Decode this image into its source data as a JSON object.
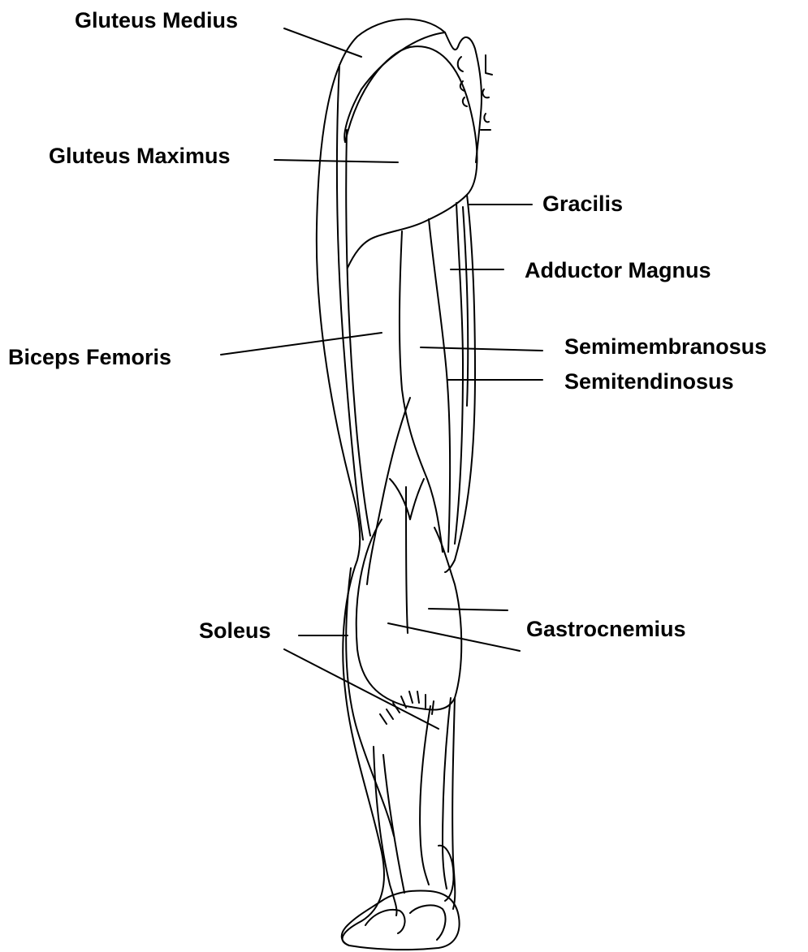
{
  "labels": {
    "gluteus_medius": "Gluteus Medius",
    "gluteus_maximus": "Gluteus Maximus",
    "gracilis": "Gracilis",
    "adductor_magnus": "Adductor Magnus",
    "biceps_femoris": "Biceps Femoris",
    "semimembranosus": "Semimembranosus",
    "semitendinosus": "Semitendinosus",
    "soleus": "Soleus",
    "gastrocnemius": "Gastrocnemius"
  },
  "colors": {
    "line": "#000000",
    "background": "#ffffff"
  }
}
